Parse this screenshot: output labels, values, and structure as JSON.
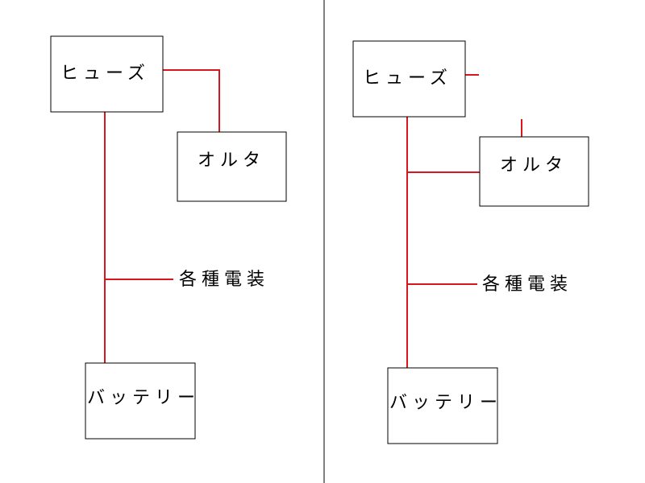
{
  "colors": {
    "wire": "#d9161b",
    "box_border": "#000000",
    "divider": "#000000",
    "background": "#ffffff"
  },
  "left": {
    "fuse": "ヒューズ",
    "alternator": "オルタ",
    "loads": "各種電装",
    "battery": "バッテリー"
  },
  "right": {
    "fuse": "ヒューズ",
    "alternator": "オルタ",
    "loads": "各種電装",
    "battery": "バッテリー"
  }
}
